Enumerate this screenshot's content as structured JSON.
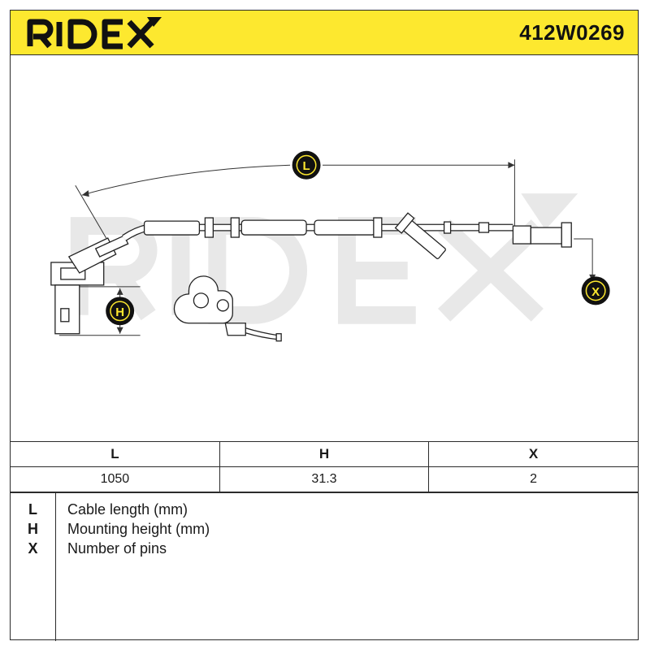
{
  "header": {
    "brand": "RIDEX",
    "part_number": "412W0269",
    "accent_color": "#fde82f"
  },
  "drawing": {
    "watermark": "RIDEX",
    "dim_labels": {
      "L": "L",
      "H": "H",
      "X": "X"
    }
  },
  "spec_table": {
    "columns": [
      "L",
      "H",
      "X"
    ],
    "values": [
      "1050",
      "31.3",
      "2"
    ]
  },
  "legend": [
    {
      "key": "L",
      "desc": "Cable length (mm)"
    },
    {
      "key": "H",
      "desc": "Mounting height (mm)"
    },
    {
      "key": "X",
      "desc": "Number of pins"
    }
  ]
}
